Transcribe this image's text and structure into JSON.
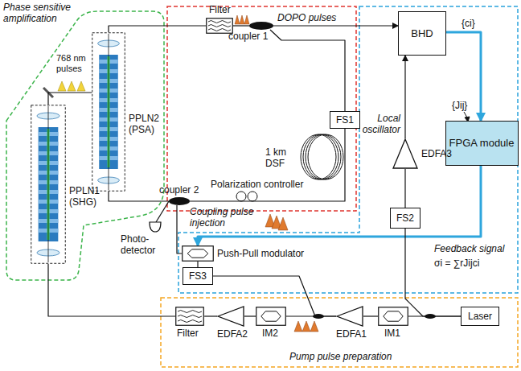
{
  "diagram": {
    "nodes": [
      {
        "text": [
          "Filter"
        ]
      },
      {
        "text": [
          "coupler 1"
        ]
      },
      {
        "text": [
          "FS1"
        ]
      },
      {
        "text": [
          "BHD"
        ]
      },
      {
        "text": [
          "FPGA module"
        ]
      },
      {
        "text": [
          "EDFA3"
        ]
      },
      {
        "text": [
          "FS2"
        ]
      },
      {
        "text": [
          "Laser"
        ]
      },
      {
        "text": [
          "IM1"
        ]
      },
      {
        "text": [
          "EDFA1"
        ]
      },
      {
        "text": [
          "IM2"
        ]
      },
      {
        "text": [
          "EDFA2"
        ]
      },
      {
        "text": [
          "Filter"
        ]
      },
      {
        "text": [
          "FS3"
        ]
      },
      {
        "text": [
          "Push-Pull modulator"
        ]
      },
      {
        "text": [
          "coupler 2"
        ]
      },
      {
        "text": [
          "PPLN1 (SHG)"
        ]
      },
      {
        "text": [
          "PPLN2 (PSA)"
        ]
      }
    ],
    "edges": [
      {
        "from": 15,
        "to": 17,
        "arrow": "none"
      },
      {
        "from": 17,
        "to": 0,
        "arrow": "none"
      },
      {
        "from": 0,
        "to": 1,
        "arrow": "none"
      },
      {
        "from": 1,
        "to": 3,
        "arrow": "to"
      },
      {
        "from": 1,
        "to": 2,
        "arrow": "none"
      },
      {
        "from": 2,
        "to": 15,
        "arrow": "none"
      },
      {
        "from": 3,
        "to": 4,
        "arrow": "to"
      },
      {
        "from": 4,
        "to": 14,
        "arrow": "to"
      },
      {
        "from": 5,
        "to": 3,
        "arrow": "to"
      },
      {
        "from": 6,
        "to": 5,
        "arrow": "none"
      },
      {
        "from": 7,
        "to": 6,
        "arrow": "none"
      },
      {
        "from": 7,
        "to": 8,
        "arrow": "none"
      },
      {
        "from": 8,
        "to": 9,
        "arrow": "none"
      },
      {
        "from": 9,
        "to": 10,
        "arrow": "none"
      },
      {
        "from": 9,
        "to": 13,
        "arrow": "none"
      },
      {
        "from": 10,
        "to": 11,
        "arrow": "none"
      },
      {
        "from": 11,
        "to": 12,
        "arrow": "none"
      },
      {
        "from": 12,
        "to": 16,
        "arrow": "none"
      },
      {
        "from": 13,
        "to": 14,
        "arrow": "none"
      },
      {
        "from": 14,
        "to": 15,
        "arrow": "none"
      },
      {
        "from": 16,
        "to": 17,
        "arrow": "none"
      }
    ],
    "labels": [
      "DOPO pulses",
      "1 km DSF",
      "Polarization controller",
      "{ci}",
      "{Jij}",
      "Local oscillator",
      "Feedback signal",
      "σi = ∑rJijci",
      "Coupling pulse injection",
      "Photo-detector",
      "768 nm pulses",
      "Phase sensitive amplification",
      "Pump pulse preparation"
    ]
  }
}
